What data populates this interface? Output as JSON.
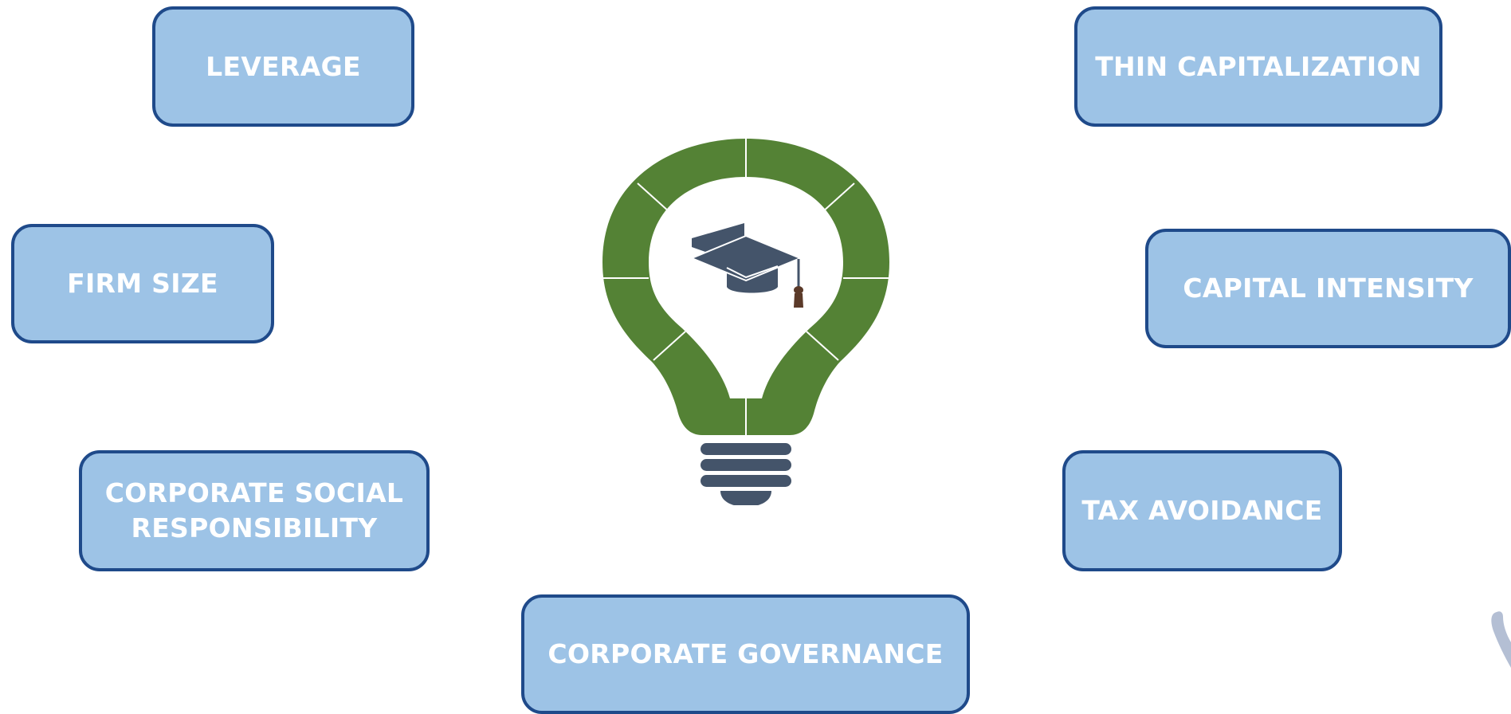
{
  "diagram": {
    "concepts": {
      "leverage": "LEVERAGE",
      "thin_capitalization": "THIN CAPITALIZATION",
      "firm_size": "FIRM SIZE",
      "capital_intensity": "CAPITAL INTENSITY",
      "csr": "CORPORATE SOCIAL\nRESPONSIBILITY",
      "tax_avoidance": "TAX AVOIDANCE",
      "corporate_governance": "CORPORATE GOVERNANCE"
    },
    "central_icon": "lightbulb-with-graduation-cap-icon",
    "colors": {
      "box_fill": "#9dc3e6",
      "box_border": "#1f4a8a",
      "box_text": "#ffffff",
      "bulb_green": "#548235",
      "icon_slate": "#44546a",
      "tassel": "#5b3a29"
    }
  }
}
